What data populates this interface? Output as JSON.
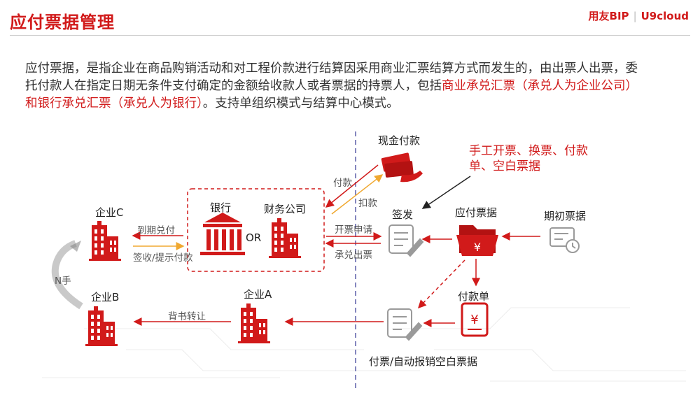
{
  "title": "应付票据管理",
  "logo": {
    "brand1": "用友BIP",
    "brand2": "U9cloud"
  },
  "intro": {
    "p1": "应付票据，是指企业在商品购销活动和对工程价款进行结算因采用商业汇票结算方式而发生的，由出票人出票，委托付款人在指定日期无条件支付确定的金额给收款人或者票据的持票人，包括",
    "hl": "商业承兑汇票（承兑人为企业公司）和银行承兑汇票（承兑人为银行）",
    "p2": "。支持单组织模式与结算中心模式。"
  },
  "diagram": {
    "enterprise_c": "企业C",
    "enterprise_b": "企业B",
    "enterprise_a": "企业A",
    "bank": "银行",
    "or": "OR",
    "finance_company": "财务公司",
    "cash_payment": "现金付款",
    "note": "手工开票、换票、付款单、空白票据",
    "sign": "签发",
    "payable_bill": "应付票据",
    "opening_bill": "期初票据",
    "payment_order": "付款单",
    "auto_write_off": "付票/自动报销空白票据",
    "n_hands": "N手",
    "due_redeem": "到期兑付",
    "receive_present": "签收/提示付款",
    "endorse": "背书转让",
    "pay": "付款",
    "deduct": "扣款",
    "apply": "开票申请",
    "accept": "承兑出票"
  },
  "colors": {
    "accent": "#d11a1a",
    "divider": "#5b5fa8",
    "grey": "#9a9a9a",
    "orange": "#f0a830"
  }
}
